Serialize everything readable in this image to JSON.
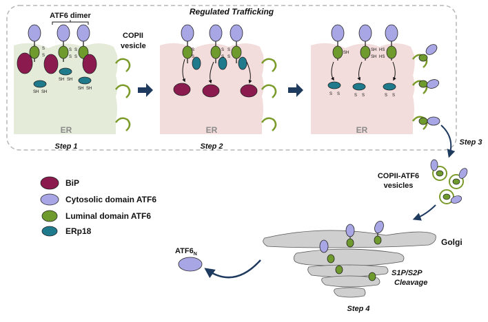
{
  "title": "Regulated Trafficking",
  "dimer_label": "ATF6 dimer",
  "copii_vesicle_label": "COPII vesicle",
  "copii_atf6_label": "COPII-ATF6 vesicles",
  "er_label": "ER",
  "golgi_label": "Golgi",
  "cleavage_label_1": "S1P/S2P",
  "cleavage_label_2": "Cleavage",
  "atf6n_label": "ATF6",
  "atf6n_subscript": "N",
  "steps": [
    "Step 1",
    "Step 2",
    "Step 3",
    "Step 4"
  ],
  "legend": [
    {
      "label": "BiP",
      "color": "#8b1a4f"
    },
    {
      "label": "Cytosolic domain ATF6",
      "color": "#a9a6e6"
    },
    {
      "label": "Luminal domain ATF6",
      "color": "#6f9a2e"
    },
    {
      "label": "ERp18",
      "color": "#1f7a8c"
    }
  ],
  "chem": {
    "sh": "SH",
    "hs": "HS",
    "s": "S"
  },
  "colors": {
    "er_step1": "#e4ebd9",
    "er_step2": "#f3dcdc",
    "er_step3": "#f3dcdc",
    "golgi": "#cfcfcf",
    "arrow": "#1f3a5f",
    "frame": "#b5b5b5",
    "vesicle": "#7a9a2a"
  }
}
